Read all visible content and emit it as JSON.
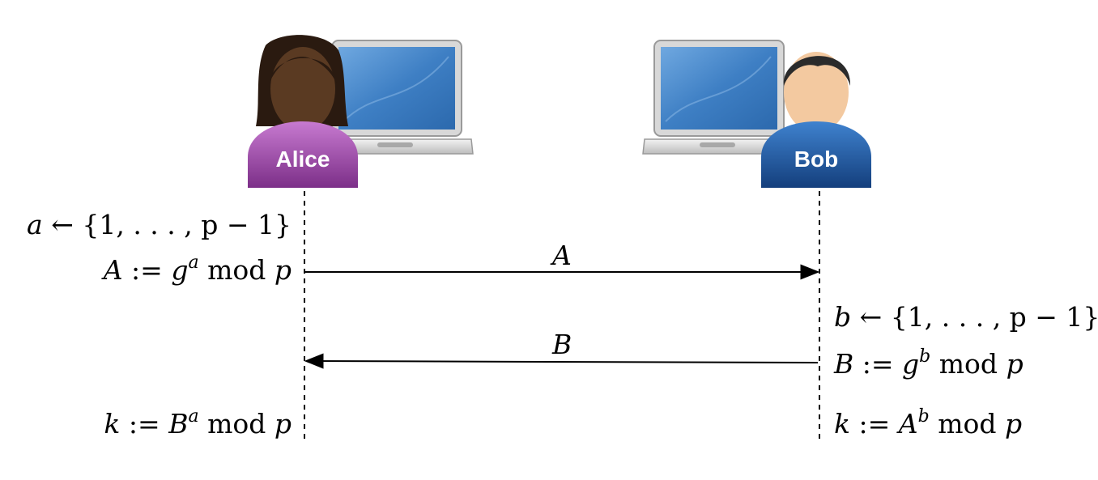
{
  "participants": {
    "alice": {
      "name": "Alice",
      "shirt_color": "#9b4aa6",
      "skin_color": "#5a3a22",
      "hair_color": "#2a1a10"
    },
    "bob": {
      "name": "Bob",
      "shirt_color": "#1f5fae",
      "skin_color": "#f3c9a0",
      "hair_color": "#2b2b2b"
    }
  },
  "laptop_screen_color": "#3e7fc4",
  "icons": [
    "alice-avatar-icon",
    "bob-avatar-icon",
    "laptop-icon"
  ],
  "alice_steps": {
    "step1": {
      "var": "a",
      "arrow": "←",
      "set": "{1, . . . , p − 1}"
    },
    "step2": {
      "lhs": "A",
      "assign": ":=",
      "base": "g",
      "exp": "a",
      "op": "mod",
      "mod": "p"
    },
    "step3": {
      "lhs": "k",
      "assign": ":=",
      "base": "B",
      "exp": "a",
      "op": "mod",
      "mod": "p"
    }
  },
  "bob_steps": {
    "step1": {
      "var": "b",
      "arrow": "←",
      "set": "{1, . . . , p − 1}"
    },
    "step2": {
      "lhs": "B",
      "assign": ":=",
      "base": "g",
      "exp": "b",
      "op": "mod",
      "mod": "p"
    },
    "step3": {
      "lhs": "k",
      "assign": ":=",
      "base": "A",
      "exp": "b",
      "op": "mod",
      "mod": "p"
    }
  },
  "messages": {
    "to_bob": {
      "label": "A",
      "direction": "right"
    },
    "to_alice": {
      "label": "B",
      "direction": "left"
    }
  }
}
